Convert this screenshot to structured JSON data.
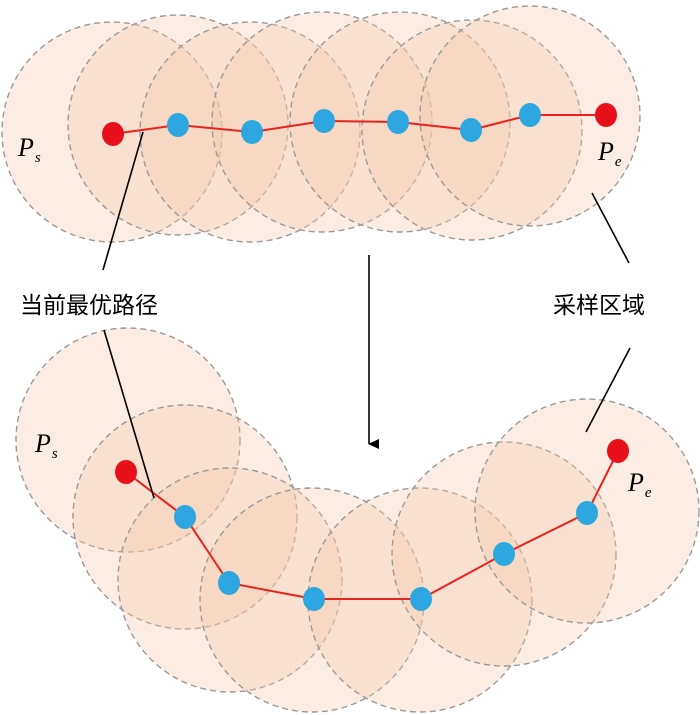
{
  "labels": {
    "current_best_path": "当前最优路径",
    "sampling_region": "采样区域",
    "start_symbol": "P",
    "start_subscript": "s",
    "end_symbol": "P",
    "end_subscript": "e"
  },
  "colors": {
    "start_end_node": "#e8101a",
    "intermediate_node": "#2ea7e0",
    "path": "#e8221c",
    "region_fill": "#f3c7a8",
    "region_stroke": "#9a9a9a"
  }
}
